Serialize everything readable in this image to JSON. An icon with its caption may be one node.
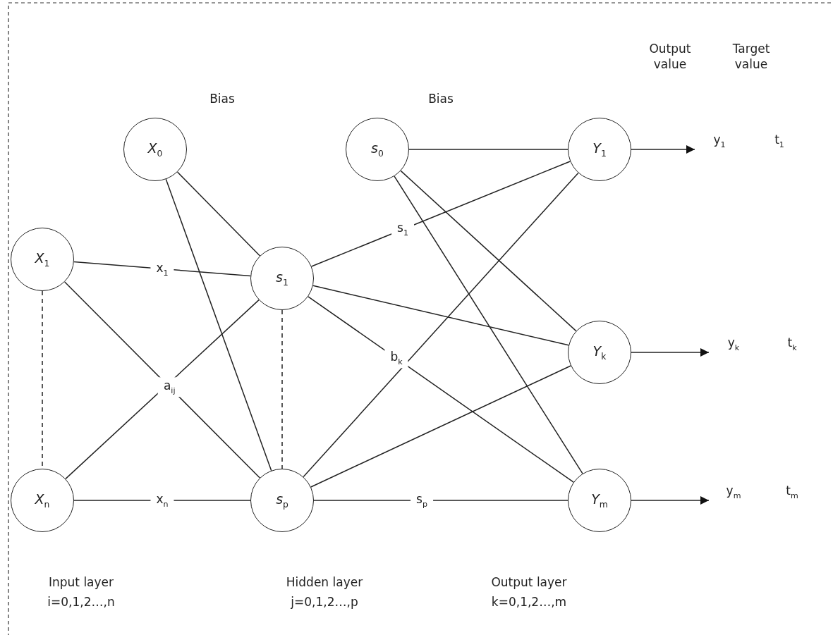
{
  "diagram": {
    "nodes": [
      {
        "text": [
          "*X*$_{0}$"
        ]
      },
      {
        "text": [
          "*X*$_{1}$"
        ]
      },
      {
        "text": [
          "*X*$_{n}$"
        ]
      },
      {
        "text": [
          "*s*$_{1}$"
        ]
      },
      {
        "text": [
          "*s*$_{p}$"
        ]
      },
      {
        "text": [
          "*s*$_{0}$"
        ]
      },
      {
        "text": [
          "*Y*$_{1}$"
        ]
      },
      {
        "text": [
          "*Y*$_{k}$"
        ]
      },
      {
        "text": [
          "*Y*$_{m}$"
        ]
      }
    ],
    "edges": [
      {
        "from": 1,
        "to": 2,
        "arrow": "none",
        "style": "dashed"
      },
      {
        "from": 3,
        "to": 4,
        "arrow": "none",
        "style": "dashed"
      },
      {
        "from": 1,
        "to": 3,
        "arrow": "none",
        "label": "x$_{1}$"
      },
      {
        "from": 2,
        "to": 4,
        "arrow": "none",
        "label": "x$_{n}$"
      },
      {
        "from": 1,
        "to": 4,
        "arrow": "none",
        "label": "a$_{ij}$"
      },
      {
        "from": 2,
        "to": 3,
        "arrow": "none"
      },
      {
        "from": 0,
        "to": 3,
        "arrow": "none"
      },
      {
        "from": 0,
        "to": 4,
        "arrow": "none"
      },
      {
        "from": 5,
        "to": 6,
        "arrow": "none"
      },
      {
        "from": 5,
        "to": 7,
        "arrow": "none"
      },
      {
        "from": 5,
        "to": 8,
        "arrow": "none"
      },
      {
        "from": 3,
        "to": 6,
        "arrow": "none",
        "label": "s$_{1}$"
      },
      {
        "from": 3,
        "to": 7,
        "arrow": "none"
      },
      {
        "from": 3,
        "to": 8,
        "arrow": "none",
        "label": "b$_{k}$"
      },
      {
        "from": 4,
        "to": 6,
        "arrow": "none"
      },
      {
        "from": 4,
        "to": 7,
        "arrow": "none"
      },
      {
        "from": 4,
        "to": 8,
        "arrow": "none",
        "label": "s$_{p}$"
      },
      {
        "from": 6,
        "to": null,
        "arrow": "to"
      },
      {
        "from": 7,
        "to": null,
        "arrow": "to"
      },
      {
        "from": 8,
        "to": null,
        "arrow": "to"
      }
    ],
    "labels": [
      "Output value",
      "Target value",
      "Bias",
      "Bias",
      "y$_{1}$",
      "t$_{1}$",
      "y$_{k}$",
      "t$_{k}$",
      "y$_{m}$",
      "t$_{m}$",
      "Input layer",
      "i=0,1,2…,n",
      "Hidden layer",
      "j=0,1,2…,p",
      "Output layer",
      "k=0,1,2…,m"
    ]
  }
}
